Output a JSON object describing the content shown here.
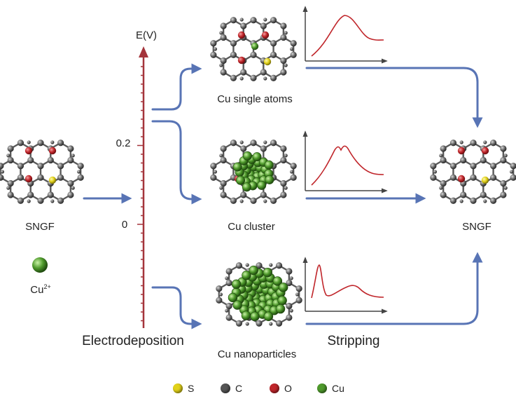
{
  "axis": {
    "label": "E(V)",
    "tick_02": "0.2",
    "tick_0": "0"
  },
  "labels": {
    "sngf_left": "SNGF",
    "sngf_right": "SNGF",
    "cu_ion_base": "Cu",
    "cu_ion_sup": "2+",
    "single_atoms": "Cu single atoms",
    "cluster": "Cu cluster",
    "nanoparticles": "Cu nanoparticles",
    "electrodeposition": "Electrodeposition",
    "stripping": "Stripping"
  },
  "legend": [
    {
      "label": "S",
      "color": "#e2d21a"
    },
    {
      "label": "C",
      "color": "#555555"
    },
    {
      "label": "O",
      "color": "#c0262b"
    },
    {
      "label": "Cu",
      "color": "#4f9a2c"
    }
  ],
  "colors": {
    "arrow": "#5874b5",
    "axis": "#a4343b",
    "curve": "#c0262b",
    "carbon": "#606060"
  }
}
